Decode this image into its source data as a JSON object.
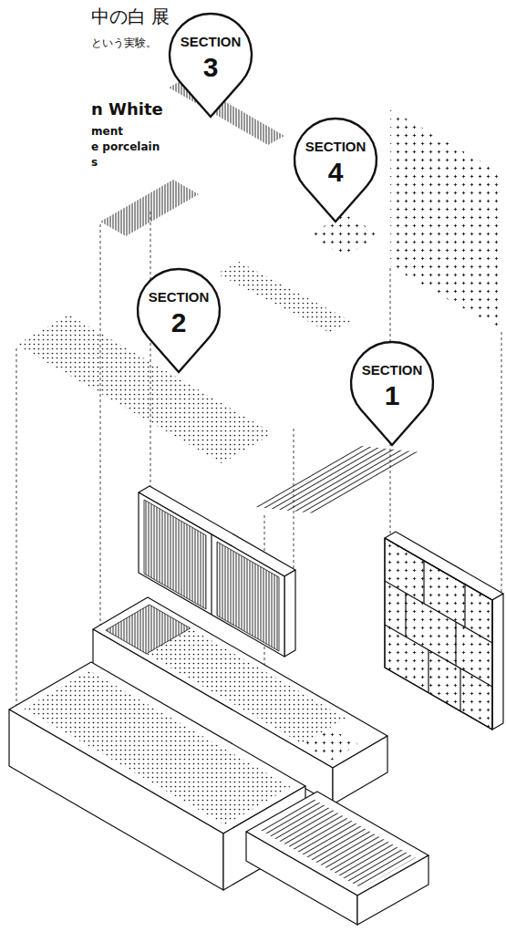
{
  "diagram": {
    "title": "中の白 展",
    "nodes": [
      {
        "text": [
          "SECTION",
          "3"
        ]
      },
      {
        "text": [
          "SECTION",
          "4"
        ]
      },
      {
        "text": [
          "SECTION",
          "2"
        ]
      },
      {
        "text": [
          "SECTION",
          "1"
        ]
      }
    ],
    "labels": [
      "という実験。",
      "n White",
      "ment",
      "e porcelain",
      "s"
    ]
  }
}
